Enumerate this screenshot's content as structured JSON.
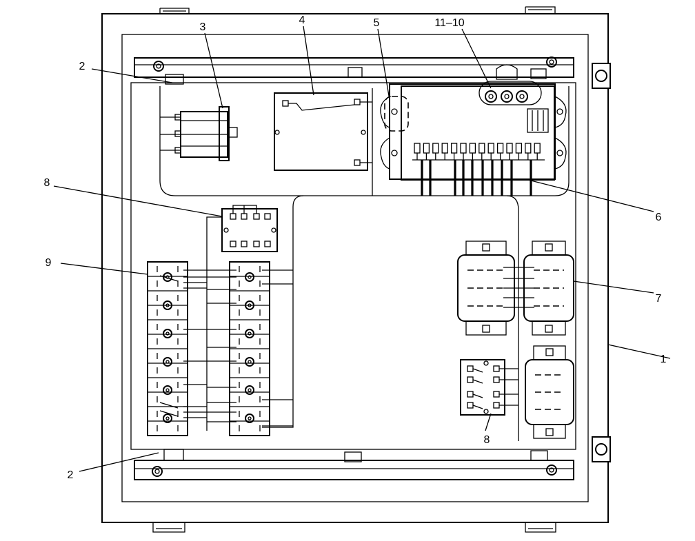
{
  "callouts": {
    "c1": "1",
    "c2_top": "2",
    "c2_bottom": "2",
    "c3": "3",
    "c4": "4",
    "c5": "5",
    "c6": "6",
    "c7": "7",
    "c8_top": "8",
    "c8_bottom": "8",
    "c9": "9",
    "c11_10": "11–10"
  }
}
